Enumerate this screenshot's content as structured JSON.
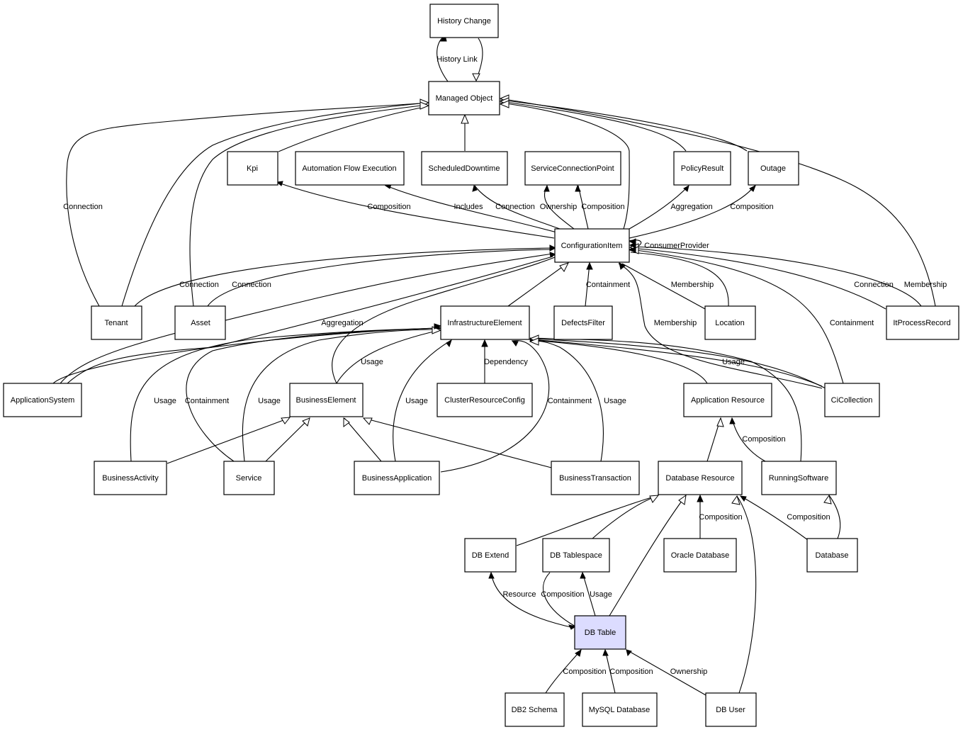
{
  "nodes": {
    "history_change": "History Change",
    "managed_object": "Managed Object",
    "kpi": "Kpi",
    "automation_flow_execution": "Automation Flow Execution",
    "scheduled_downtime": "ScheduledDowntime",
    "service_connection_point": "ServiceConnectionPoint",
    "policy_result": "PolicyResult",
    "outage": "Outage",
    "configuration_item": "ConfigurationItem",
    "tenant": "Tenant",
    "asset": "Asset",
    "infrastructure_element": "InfrastructureElement",
    "defects_filter": "DefectsFilter",
    "location": "Location",
    "it_process_record": "ItProcessRecord",
    "application_system": "ApplicationSystem",
    "business_element": "BusinessElement",
    "cluster_resource_config": "ClusterResourceConfig",
    "application_resource": "Application Resource",
    "ci_collection": "CiCollection",
    "business_activity": "BusinessActivity",
    "service": "Service",
    "business_application": "BusinessApplication",
    "business_transaction": "BusinessTransaction",
    "database_resource": "Database Resource",
    "running_software": "RunningSoftware",
    "db_extend": "DB Extend",
    "db_tablespace": "DB Tablespace",
    "oracle_database": "Oracle Database",
    "database": "Database",
    "db_table": "DB Table",
    "db2_schema": "DB2 Schema",
    "mysql_database": "MySQL Database",
    "db_user": "DB User"
  },
  "edge_labels": {
    "history_link": "History Link",
    "connection_tenant_mo": "Connection",
    "composition_kpi": "Composition",
    "includes": "Includes",
    "connection_sd": "Connection",
    "ownership_scp": "Ownership",
    "composition_scp": "Composition",
    "aggregation_pr": "Aggregation",
    "composition_outage": "Composition",
    "consumer_provider": "ConsumerProvider",
    "connection_tenant_ci": "Connection",
    "connection_asset_ci": "Connection",
    "containment_df": "Containment",
    "membership_loc": "Membership",
    "connection_itpr": "Connection",
    "membership_itpr": "Membership",
    "aggregation_as": "Aggregation",
    "membership_cic": "Membership",
    "containment_cic": "Containment",
    "usage_be_ie": "Usage",
    "dependency": "Dependency",
    "usage_cic_ie": "Usage",
    "usage_ba_ie": "Usage",
    "containment_svc": "Containment",
    "usage_svc": "Usage",
    "usage_bapp": "Usage",
    "containment_bapp": "Containment",
    "usage_bt": "Usage",
    "composition_rs": "Composition",
    "composition_oracle": "Composition",
    "composition_database": "Composition",
    "resource": "Resource",
    "composition_tablespace": "Composition",
    "usage_tablespace": "Usage",
    "composition_db2": "Composition",
    "composition_mysql": "Composition",
    "ownership_dbuser": "Ownership"
  }
}
